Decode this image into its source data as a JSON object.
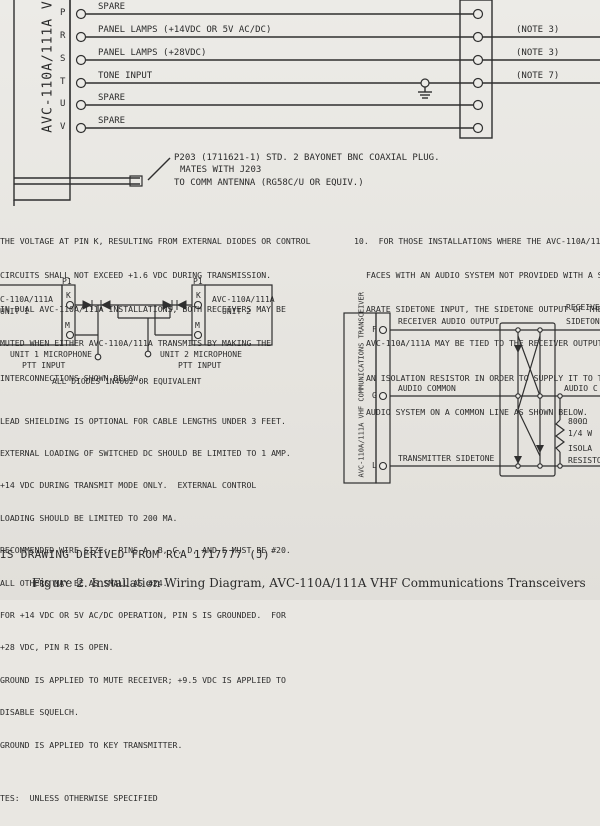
{
  "unit_title": "AVC-110A/111A V",
  "pins": [
    {
      "letter": "P",
      "label": "SPARE",
      "note": ""
    },
    {
      "letter": "R",
      "label": "PANEL LAMPS (+14VDC OR 5V AC/DC)",
      "note": "(NOTE 3)"
    },
    {
      "letter": "S",
      "label": "PANEL LAMPS (+28VDC)",
      "note": "(NOTE 3)"
    },
    {
      "letter": "T",
      "label": "TONE INPUT",
      "note": "(NOTE 7)"
    },
    {
      "letter": "U",
      "label": "SPARE",
      "note": ""
    },
    {
      "letter": "V",
      "label": "SPARE",
      "note": ""
    }
  ],
  "coax": {
    "line1": "P203 (1711621-1) STD.  2 BAYONET BNC COAXIAL PLUG.",
    "line2": "MATES WITH J203",
    "line3": "TO COMM ANTENNA (RG58C/U OR EQUIV.)"
  },
  "para9": [
    "THE VOLTAGE AT PIN K, RESULTING FROM EXTERNAL DIODES OR CONTROL",
    "CIRCUITS SHALL NOT EXCEED +1.6 VDC DURING TRANSMISSION.",
    "IN DUAL AVC-110A/111A INSTALLATIONS, BOTH RECEIVERS MAY BE",
    "MUTED WHEN EITHER AVC-110A/111A TRANSMITS BY MAKING THE",
    "INTERCONNECTIONS SHOWN BELOW."
  ],
  "para10": [
    "10.  FOR THOSE INSTALLATIONS WHERE THE AVC-110A/111A",
    "FACES WITH AN AUDIO SYSTEM NOT PROVIDED WITH A S",
    "ARATE SIDETONE INPUT, THE SIDETONE OUTPUT OF THE",
    "AVC-110A/111A MAY BE TIED TO THE RECEIVER OUTPUT T",
    "AN ISOLATION RESISTOR IN ORDER TO SUPPLY IT TO THE",
    "AUDIO SYSTEM ON A COMMON LINE AS SHOWN BELOW."
  ],
  "dual": {
    "p1_a": "P1",
    "p1_b": "P1",
    "unit1_a": "C-110A/111A",
    "unit1_b": "UNIT 1",
    "unit2_a": "AVC-110A/111A",
    "unit2_b": "UNIT 2",
    "pin_k": "K",
    "pin_m": "M",
    "mic1_a": "UNIT 1 MICROPHONE",
    "mic1_b": "PTT INPUT",
    "mic2_a": "UNIT 2 MICROPHONE",
    "mic2_b": "PTT INPUT",
    "diodes": "ALL DIODES 1N4002 OR EQUIVALENT"
  },
  "sidetone": {
    "box_label": "AVC-110A/111A VHF COMMUNICATIONS TRANSCEIVER",
    "pin_f": "F",
    "pin_g": "G",
    "pin_l": "L",
    "receiver_audio": "RECEIVER AUDIO OUTPUT",
    "audio_common": "AUDIO COMMON",
    "transmitter_sidetone": "TRANSMITTER SIDETONE",
    "right_top_a": "RECEIVE",
    "right_top_b": "SIDETON",
    "right_mid": "AUDIO C",
    "res_value": "800Ω",
    "res_watt": "1/4 W",
    "iso_a": "ISOLA",
    "iso_b": "RESISTO"
  },
  "notes": [
    "LEAD SHIELDING IS OPTIONAL FOR CABLE LENGTHS UNDER 3 FEET.",
    "EXTERNAL LOADING OF SWITCHED DC SHOULD BE LIMITED TO 1 AMP.",
    "+14 VDC DURING TRANSMIT MODE ONLY.  EXTERNAL CONTROL",
    "LOADING SHOULD BE LIMITED TO 200 MA.",
    "RECOMMENDED WIRE SIZE:  PINS A, B, C, D, AND E MUST BE #20.",
    "ALL OTHERS MAY BE AS SMALL AS #24.",
    "FOR +14 VDC OR 5V AC/DC OPERATION, PIN S IS GROUNDED.  FOR",
    "+28 VDC, PIN R IS OPEN.",
    "GROUND IS APPLIED TO MUTE RECEIVER; +9.5 VDC IS APPLIED TO",
    "DISABLE SQUELCH.",
    "GROUND IS APPLIED TO KEY TRANSMITTER.",
    "",
    "TES:  UNLESS OTHERWISE SPECIFIED"
  ],
  "derived": "IS DRAWING DERIVED FROM RCA 1717777 (J)",
  "caption": "Figure 2.  Installation Wiring Diagram, AVC-110A/111A VHF Communications Transceivers"
}
